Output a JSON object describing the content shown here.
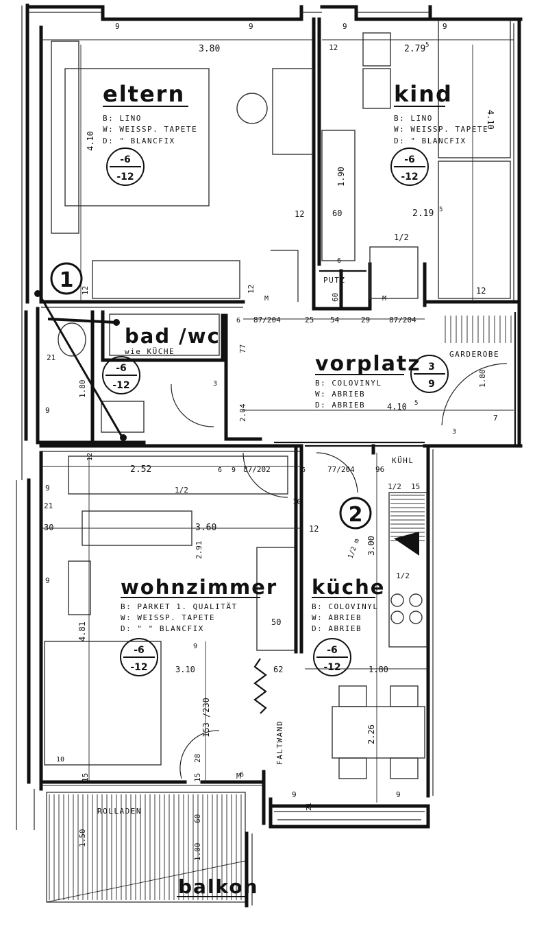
{
  "rooms": {
    "eltern": {
      "name": "eltern",
      "spec": [
        "B: LINO",
        "W: WEISSP. TAPETE",
        "D:  \"   BLANCFIX"
      ],
      "badge": [
        "-6",
        "-12"
      ]
    },
    "kind": {
      "name": "kind",
      "spec": [
        "B: LINO",
        "W: WEISSP. TAPETE",
        "D:  \"   BLANCFIX"
      ],
      "badge": [
        "-6",
        "-12"
      ]
    },
    "bad": {
      "name": "bad /wc",
      "note": "wie KÜCHE",
      "badge": [
        "-6",
        "-12"
      ]
    },
    "vorplatz": {
      "name": "vorplatz",
      "spec": [
        "B: COLOVINYL",
        "W: ABRIEB",
        "D: ABRIEB"
      ],
      "badge": [
        "3",
        "9"
      ],
      "extra": "GARDEROBE"
    },
    "wohnzimmer": {
      "name": "wohnzimmer",
      "spec": [
        "B: PARKET  1. QUALITÄT",
        "W: WEISSP. TAPETE",
        "D:  \"  \"  BLANCFIX"
      ],
      "badge": [
        "-6",
        "-12"
      ]
    },
    "kueche": {
      "name": "küche",
      "spec": [
        "B: COLOVINYL",
        "W: ABRIEB",
        "D: ABRIEB"
      ],
      "badge": [
        "-6",
        "-12"
      ]
    },
    "balkon": {
      "name": "balkon",
      "rollladen": "ROLLADEN"
    }
  },
  "markers": {
    "one": "1",
    "two": "2"
  },
  "labels": {
    "putz": "PUTZ",
    "faltwand": "FALTWAND",
    "kuehl": "KÜHL"
  },
  "dimensions": {
    "eltern_w": "3.80",
    "eltern_h": "4.10",
    "kind_w": "2.79",
    "kind_w_sup": "5",
    "kind_h": "4.10",
    "kind_a": "1.90",
    "kind_b": "60",
    "kind_c": "2.19",
    "kind_c_sup": "5",
    "half": "1/2",
    "d12": "12",
    "d9": "9",
    "d87_204": "87/204",
    "d25": "25",
    "d54": "54",
    "d29": "29",
    "d77": "77",
    "d77_204": "77/204",
    "d21": "21",
    "d180": "1.80",
    "d410_5": "4.10",
    "d410_sup": "5",
    "d252": "2.52",
    "d360": "3.60",
    "d30": "30",
    "d291": "2.91",
    "d481": "4.81",
    "d310": "3.10",
    "d153": "153 /230",
    "d50": "50",
    "d62": "62",
    "d180b": "1.80",
    "d226": "2.26",
    "d300": "3.00",
    "d87_202": "87/202",
    "d77_204b": "77/204",
    "d96": "96",
    "d15": "15",
    "d10": "10",
    "d6": "6",
    "d60": "60",
    "d150": "1.50",
    "d100": "1.00",
    "d28": "28",
    "d7": "7",
    "d3": "3",
    "d_m": "M",
    "d204": "2.04",
    "d120": "1/2 m"
  }
}
